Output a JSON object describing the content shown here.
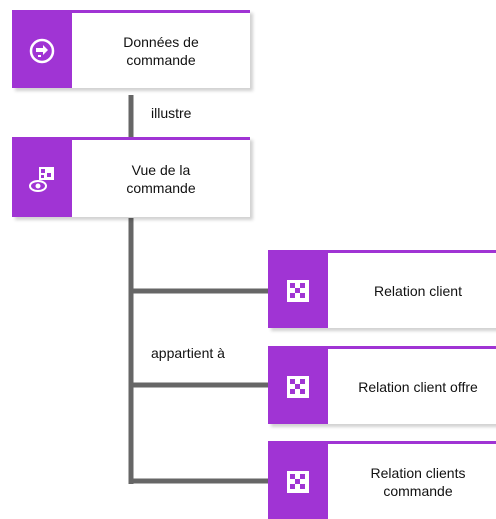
{
  "colors": {
    "accent": "#a034d4",
    "connector": "#666666"
  },
  "nodes": {
    "donnees": {
      "label": "Données de\ncommande",
      "icon": "information-carrier-icon"
    },
    "vue": {
      "label": "Vue de la\ncommande",
      "icon": "view-icon"
    },
    "relation_client": {
      "label": "Relation client",
      "icon": "grid-icon"
    },
    "relation_client_offre": {
      "label": "Relation client offre",
      "icon": "grid-icon"
    },
    "relation_clients_commande": {
      "label": "Relation clients\ncommande",
      "icon": "grid-icon"
    }
  },
  "edges": {
    "illustre": "illustre",
    "appartient": "appartient à"
  }
}
